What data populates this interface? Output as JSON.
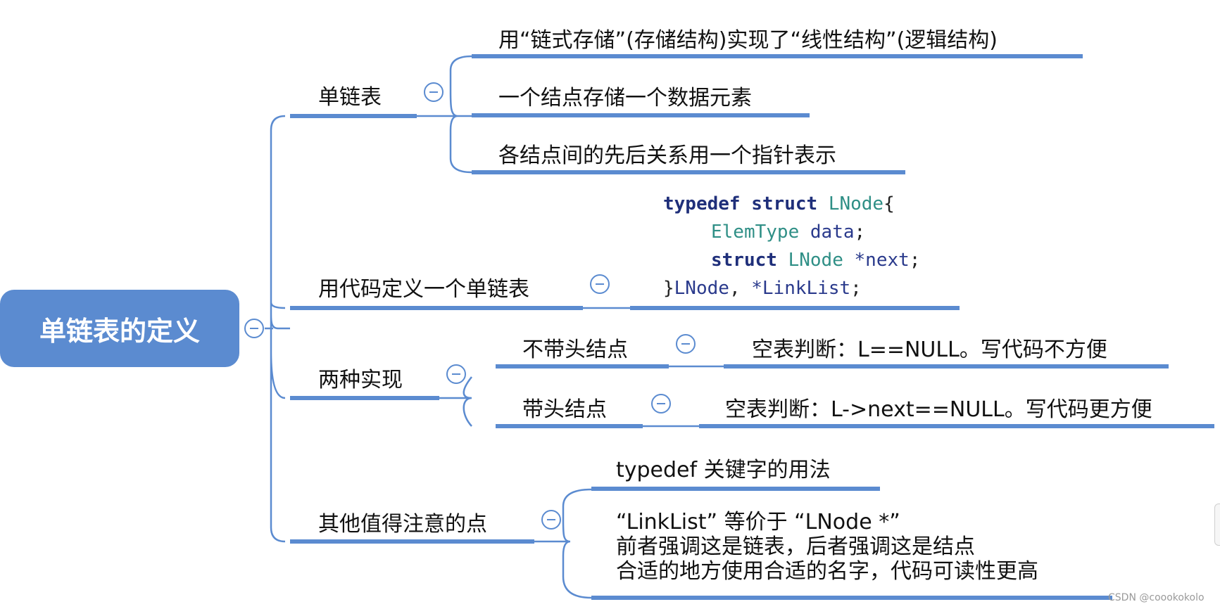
{
  "root": {
    "label": "单链表的定义"
  },
  "branches": [
    {
      "label": "单链表",
      "children": [
        "用“链式存储”(存储结构)实现了“线性结构”(逻辑结构)",
        "一个结点存储一个数据元素",
        "各结点间的先后关系用一个指针表示"
      ]
    },
    {
      "label": "用代码定义一个单链表",
      "code": {
        "line1": {
          "kw1": "typedef",
          "kw2": "struct",
          "name": "LNode",
          "tail": "{"
        },
        "line2": {
          "type": "ElemType",
          "field": "data",
          "tail": ";"
        },
        "line3": {
          "kw": "struct",
          "name": "LNode",
          "field": "*next",
          "tail": ";"
        },
        "line4": {
          "head": "}",
          "alias1": "LNode",
          "sep": ", ",
          "alias2": "*LinkList",
          "tail": ";"
        }
      }
    },
    {
      "label": "两种实现",
      "children": [
        {
          "label": "不带头结点",
          "detail": "空表判断：L==NULL。写代码不方便"
        },
        {
          "label": "带头结点",
          "detail": "空表判断：L->next==NULL。写代码更方便"
        }
      ]
    },
    {
      "label": "其他值得注意的点",
      "children": [
        "typedef 关键字的用法",
        {
          "lines": [
            "“LinkList” 等价于 “LNode *”",
            "前者强调这是链表，后者强调这是结点",
            "合适的地方使用合适的名字，代码可读性更高"
          ]
        }
      ]
    }
  ],
  "watermark": "CSDN @coookokolo",
  "colors": {
    "accent": "#5b8bd0",
    "root_text": "#ffffff",
    "code_keyword": "#1f2f7a",
    "code_type": "#2f8f86"
  },
  "icons": {
    "toggle": "collapse-minus-icon"
  }
}
